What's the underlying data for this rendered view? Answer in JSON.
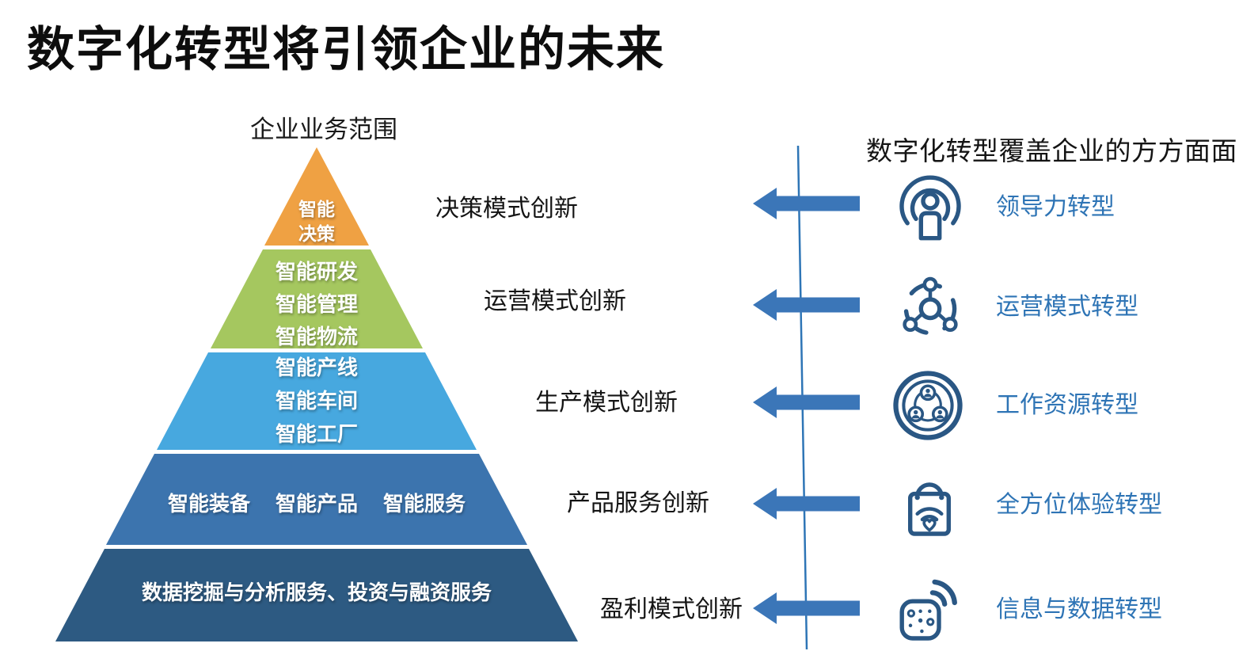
{
  "title": "数字化转型将引领企业的未来",
  "pyramid": {
    "caption": "企业业务范围",
    "levels": [
      {
        "lines": [
          "智能",
          "决策"
        ],
        "color": "#EFA143"
      },
      {
        "lines": [
          "智能研发",
          "智能管理",
          "智能物流"
        ],
        "color": "#A5C75F"
      },
      {
        "lines": [
          "智能产线",
          "智能车间",
          "智能工厂"
        ],
        "color": "#47A8DF"
      },
      {
        "lines": [
          "智能装备",
          "智能产品",
          "智能服务"
        ],
        "color": "#3C74AE"
      },
      {
        "lines": [
          "数据挖掘与分析服务、投资与融资服务"
        ],
        "color": "#2D5A82"
      }
    ]
  },
  "innovation_labels": [
    "决策模式创新",
    "运营模式创新",
    "生产模式创新",
    "产品服务创新",
    "盈利模式创新"
  ],
  "right_panel": {
    "heading": "数字化转型覆盖企业的方方面面",
    "items": [
      {
        "icon": "leadership-broadcast-icon",
        "label": "领导力转型"
      },
      {
        "icon": "operations-network-icon",
        "label": "运营模式转型"
      },
      {
        "icon": "workforce-cycle-icon",
        "label": "工作资源转型"
      },
      {
        "icon": "experience-bag-icon",
        "label": "全方位体验转型"
      },
      {
        "icon": "data-sensor-icon",
        "label": "信息与数据转型"
      }
    ]
  },
  "colors": {
    "arrow": "#3B76B8",
    "divider_line": "#2E75B6",
    "icon": "#2A5784",
    "right_label_text": "#2E74B5",
    "title_text": "#0D0D0D"
  }
}
